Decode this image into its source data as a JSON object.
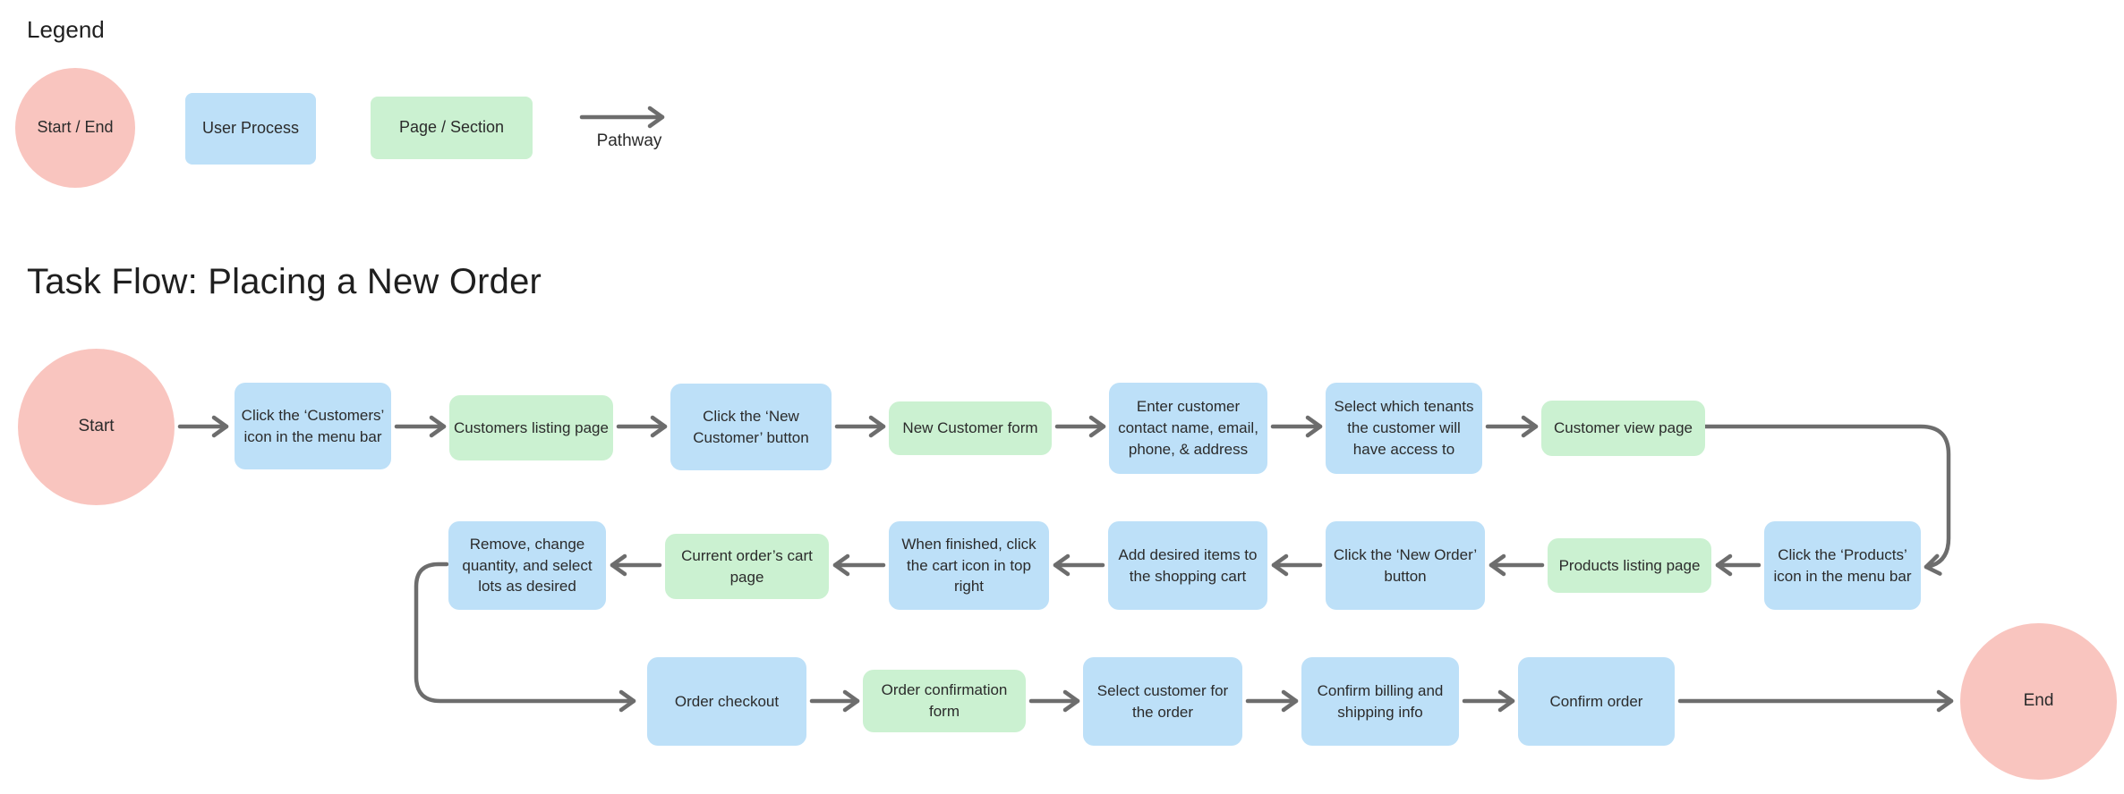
{
  "legend": {
    "heading": "Legend",
    "start_end_label": "Start / End",
    "user_process_label": "User Process",
    "page_section_label": "Page / Section",
    "pathway_label": "Pathway"
  },
  "page_title": "Task Flow: Placing a New Order",
  "colors": {
    "terminal": "#F9C5BF",
    "process": "#BDE0F8",
    "page": "#CBF1D1",
    "pathway": "#6D6D6D",
    "text": "#2B2B2B",
    "title": "#1F1F1F"
  },
  "flow": {
    "nodes": [
      {
        "id": "start",
        "type": "start-end",
        "label": "Start"
      },
      {
        "id": "click-customers-icon",
        "type": "user-process",
        "label": "Click the ‘Customers’ icon in the menu bar"
      },
      {
        "id": "customers-listing-page",
        "type": "page-section",
        "label": "Customers listing page"
      },
      {
        "id": "click-new-customer-button",
        "type": "user-process",
        "label": "Click the ‘New Customer’ button"
      },
      {
        "id": "new-customer-form",
        "type": "page-section",
        "label": "New Customer form"
      },
      {
        "id": "enter-customer-contact",
        "type": "user-process",
        "label": "Enter customer contact name, email, phone, & address"
      },
      {
        "id": "select-tenants",
        "type": "user-process",
        "label": "Select which tenants the customer will have access to"
      },
      {
        "id": "customer-view-page",
        "type": "page-section",
        "label": "Customer view page"
      },
      {
        "id": "click-products-icon",
        "type": "user-process",
        "label": "Click the ‘Products’ icon in the menu bar"
      },
      {
        "id": "products-listing-page",
        "type": "page-section",
        "label": "Products listing page"
      },
      {
        "id": "click-new-order-button",
        "type": "user-process",
        "label": "Click the ‘New Order’ button"
      },
      {
        "id": "add-items-to-cart",
        "type": "user-process",
        "label": "Add desired items to the shopping cart"
      },
      {
        "id": "click-cart-icon",
        "type": "user-process",
        "label": "When finished, click the cart icon in top right"
      },
      {
        "id": "current-order-cart-page",
        "type": "page-section",
        "label": "Current order’s cart page"
      },
      {
        "id": "adjust-cart-items",
        "type": "user-process",
        "label": "Remove, change quantity, and select lots as desired"
      },
      {
        "id": "order-checkout",
        "type": "user-process",
        "label": "Order checkout"
      },
      {
        "id": "order-confirmation-form",
        "type": "page-section",
        "label": "Order confirmation form"
      },
      {
        "id": "select-customer-for-order",
        "type": "user-process",
        "label": "Select customer for the order"
      },
      {
        "id": "confirm-billing-shipping",
        "type": "user-process",
        "label": "Confirm billing and shipping info"
      },
      {
        "id": "confirm-order",
        "type": "user-process",
        "label": "Confirm order"
      },
      {
        "id": "end",
        "type": "start-end",
        "label": "End"
      }
    ],
    "edges": [
      {
        "from": "start",
        "to": "click-customers-icon"
      },
      {
        "from": "click-customers-icon",
        "to": "customers-listing-page"
      },
      {
        "from": "customers-listing-page",
        "to": "click-new-customer-button"
      },
      {
        "from": "click-new-customer-button",
        "to": "new-customer-form"
      },
      {
        "from": "new-customer-form",
        "to": "enter-customer-contact"
      },
      {
        "from": "enter-customer-contact",
        "to": "select-tenants"
      },
      {
        "from": "select-tenants",
        "to": "customer-view-page"
      },
      {
        "from": "customer-view-page",
        "to": "click-products-icon"
      },
      {
        "from": "click-products-icon",
        "to": "products-listing-page"
      },
      {
        "from": "products-listing-page",
        "to": "click-new-order-button"
      },
      {
        "from": "click-new-order-button",
        "to": "add-items-to-cart"
      },
      {
        "from": "add-items-to-cart",
        "to": "click-cart-icon"
      },
      {
        "from": "click-cart-icon",
        "to": "current-order-cart-page"
      },
      {
        "from": "current-order-cart-page",
        "to": "adjust-cart-items"
      },
      {
        "from": "adjust-cart-items",
        "to": "order-checkout"
      },
      {
        "from": "order-checkout",
        "to": "order-confirmation-form"
      },
      {
        "from": "order-confirmation-form",
        "to": "select-customer-for-order"
      },
      {
        "from": "select-customer-for-order",
        "to": "confirm-billing-shipping"
      },
      {
        "from": "confirm-billing-shipping",
        "to": "confirm-order"
      },
      {
        "from": "confirm-order",
        "to": "end"
      }
    ]
  }
}
